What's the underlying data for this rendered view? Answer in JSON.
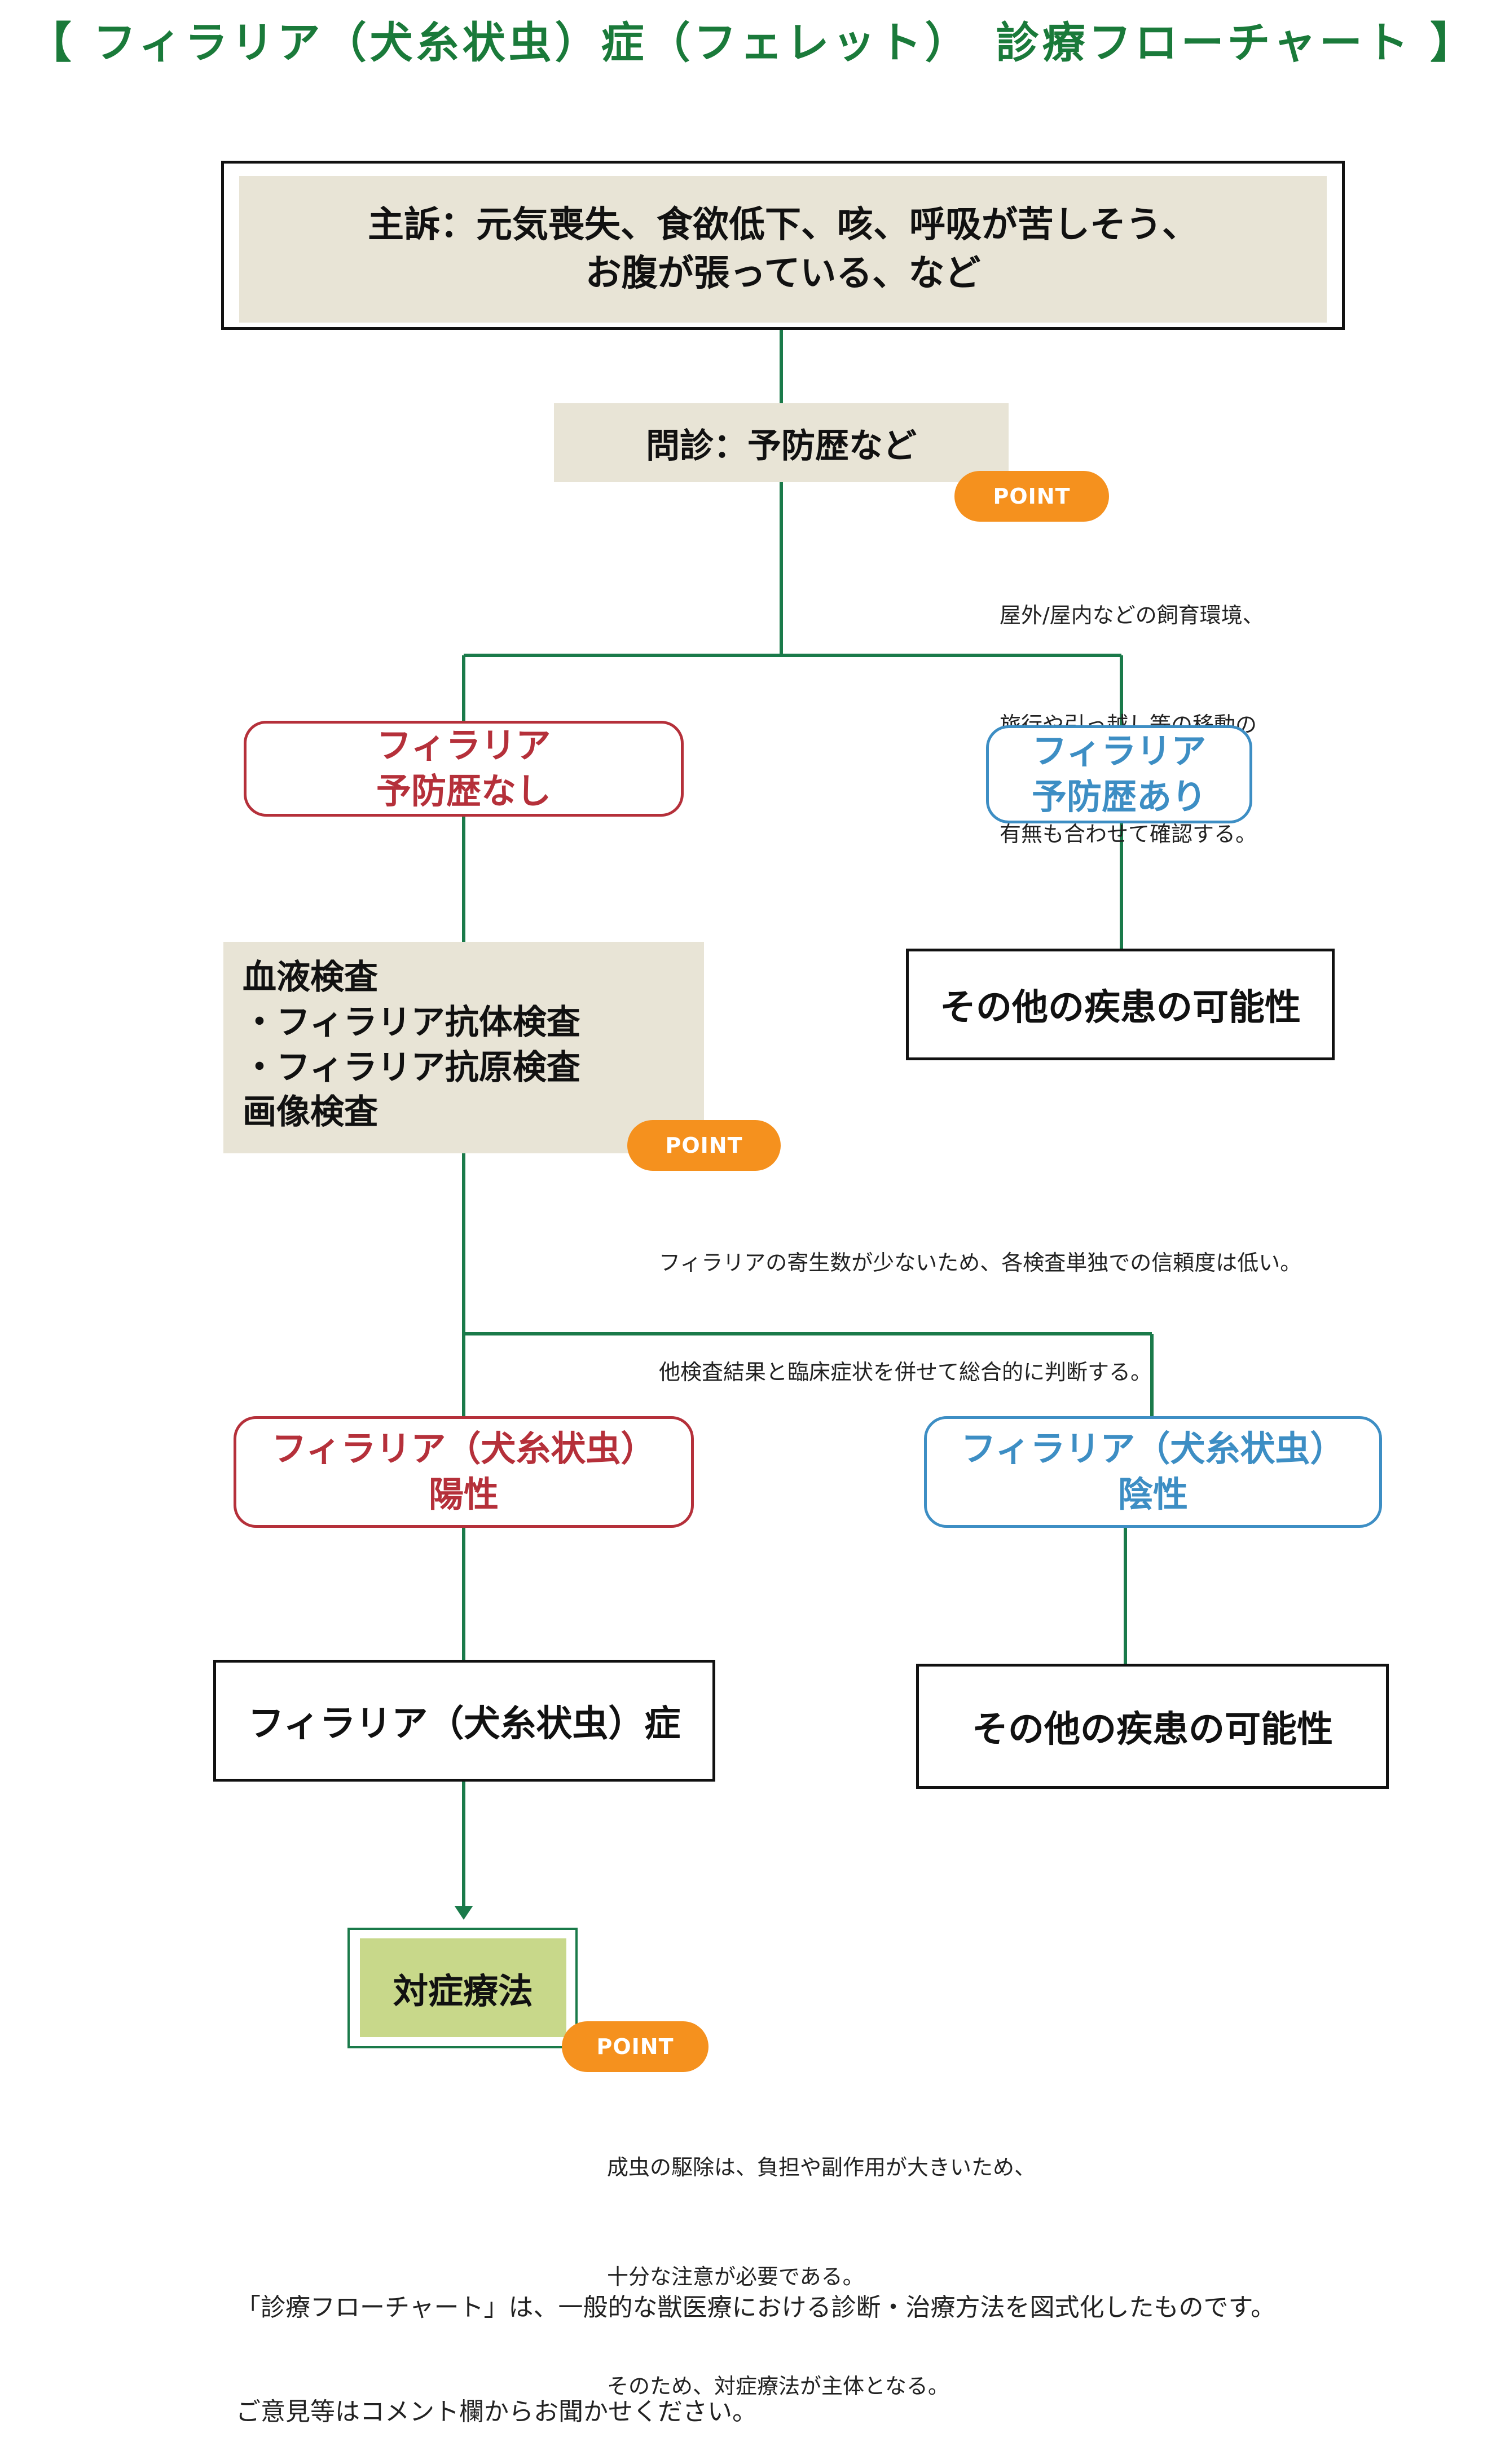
{
  "title": "【 フィラリア（犬糸状虫）症（フェレット）　診療フローチャート 】",
  "complaint": {
    "line1": "主訴：元気喪失、食欲低下、咳、呼吸が苦しそう、",
    "line2": "お腹が張っている、など"
  },
  "interview": "問診：予防歴など",
  "point_label": "POINT",
  "point1_note": {
    "line1": "屋外/屋内などの飼育環境、",
    "line2": "旅行や引っ越し等の移動の",
    "line3": "有無も合わせて確認する。"
  },
  "branch_no_prevention": {
    "line1": "フィラリア",
    "line2": "予防歴なし"
  },
  "branch_prevention": {
    "line1": "フィラリア",
    "line2": "予防歴あり"
  },
  "other_disease_1": "その他の疾患の可能性",
  "tests": {
    "line1": "血液検査",
    "line2": "・フィラリア抗体検査",
    "line3": "・フィラリア抗原検査",
    "line4": "画像検査"
  },
  "point2_note": {
    "line1": "フィラリアの寄生数が少ないため、各検査単独での信頼度は低い。",
    "line2": "他検査結果と臨床症状を併せて総合的に判断する。"
  },
  "positive": {
    "line1": "フィラリア（犬糸状虫）",
    "line2": "陽性"
  },
  "negative": {
    "line1": "フィラリア（犬糸状虫）",
    "line2": "陰性"
  },
  "diagnosis": "フィラリア（犬糸状虫）症",
  "other_disease_2": "その他の疾患の可能性",
  "treatment": "対症療法",
  "point3_note": {
    "line1": "成虫の駆除は、負担や副作用が大きいため、",
    "line2": "十分な注意が必要である。",
    "line3": "そのため、対症療法が主体となる。"
  },
  "footer": {
    "line1": "「診療フローチャート」は、一般的な獣医療における診断・治療方法を図式化したものです。",
    "line2": "ご意見等はコメント欄からお聞かせください。"
  },
  "colors": {
    "title": "#1a7a3a",
    "connector": "#1a7a4a",
    "red": "#b5303a",
    "blue": "#3d8ec4",
    "beige": "#e8e4d6",
    "point": "#f5911e",
    "treatment_fill": "#c8d88a"
  }
}
